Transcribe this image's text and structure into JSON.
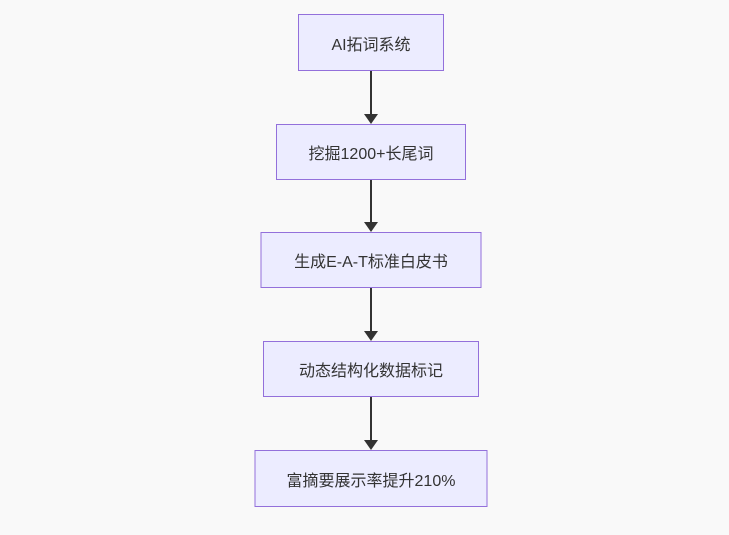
{
  "diagram": {
    "type": "flowchart",
    "direction": "top-down",
    "nodes": [
      {
        "id": "n1",
        "label": "AI拓词系统"
      },
      {
        "id": "n2",
        "label": "挖掘1200+长尾词"
      },
      {
        "id": "n3",
        "label": "生成E-A-T标准白皮书"
      },
      {
        "id": "n4",
        "label": "动态结构化数据标记"
      },
      {
        "id": "n5",
        "label": "富摘要展示率提升210%"
      }
    ],
    "edges": [
      {
        "from": "n1",
        "to": "n2"
      },
      {
        "from": "n2",
        "to": "n3"
      },
      {
        "from": "n3",
        "to": "n4"
      },
      {
        "from": "n4",
        "to": "n5"
      }
    ],
    "colors": {
      "background": "#f9f9f9",
      "node_fill": "#ECECFF",
      "node_border": "#9370DB",
      "node_text": "#333333",
      "edge": "#333333"
    }
  }
}
